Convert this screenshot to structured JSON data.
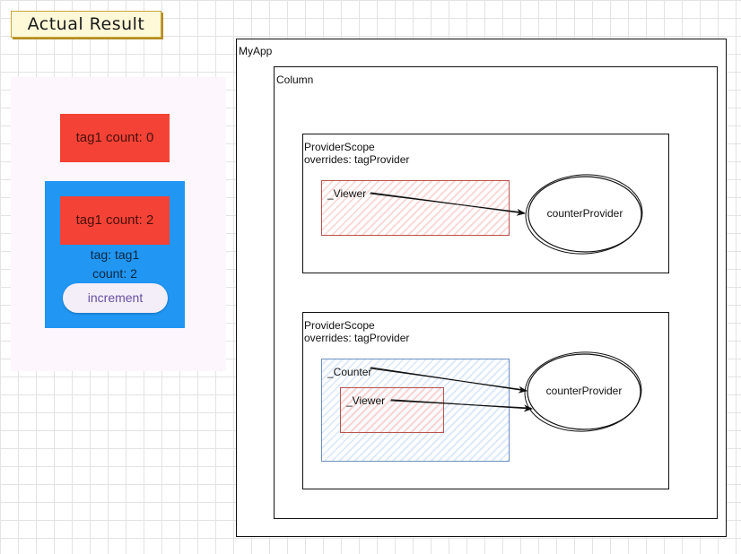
{
  "title": "Actual Result",
  "app": {
    "box_top_label": "tag1 count: 0",
    "box_bottom_label": "tag1 count: 2",
    "tag_line": "tag: tag1",
    "count_line": "count: 2",
    "increment_label": "increment",
    "colors": {
      "red_box": "#f44336",
      "blue_panel": "#2196f3",
      "panel_bg": "#fdf7fd",
      "button_text": "#6750a4"
    }
  },
  "diagram": {
    "myapp_label": "MyApp",
    "column_label": "Column",
    "scope1": {
      "line1": "ProviderScope",
      "line2": "overrides: tagProvider",
      "viewer_label": "_Viewer",
      "provider_label": "counterProvider"
    },
    "scope2": {
      "line1": "ProviderScope",
      "line2": "overrides: tagProvider",
      "counter_label": "_Counter",
      "viewer_label": "_Viewer",
      "provider_label": "counterProvider"
    }
  }
}
